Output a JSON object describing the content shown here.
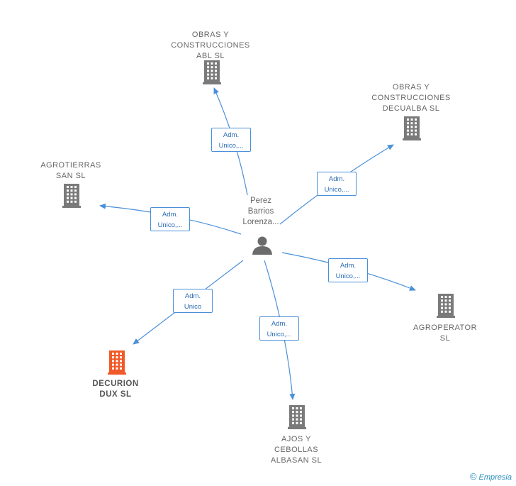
{
  "center": {
    "name": "Perez Barrios Lorenza...",
    "lines": [
      "Perez",
      "Barrios",
      "Lorenza..."
    ],
    "icon": "person-icon"
  },
  "colors": {
    "edge": "#4a90d9",
    "building": "#7a7a7a",
    "building_highlight": "#f05a28",
    "person": "#6b6b6b"
  },
  "companies": [
    {
      "id": "obras-abl",
      "name": "OBRAS Y\nCONSTRUCCIONES\nABL SL",
      "edge_label": [
        "Adm.",
        "Unico,..."
      ],
      "highlight": false
    },
    {
      "id": "obras-decualba",
      "name": "OBRAS Y\nCONSTRUCCIONES\nDECUALBA SL",
      "edge_label": [
        "Adm.",
        "Unico,..."
      ],
      "highlight": false
    },
    {
      "id": "agrotierras",
      "name": "AGROTIERRAS\nSAN SL",
      "edge_label": [
        "Adm.",
        "Unico,..."
      ],
      "highlight": false
    },
    {
      "id": "agroperator",
      "name": "AGROPERATOR\nSL",
      "edge_label": [
        "Adm.",
        "Unico,..."
      ],
      "highlight": false
    },
    {
      "id": "decurion",
      "name": "DECURION\nDUX SL",
      "edge_label": [
        "Adm.",
        "Unico"
      ],
      "highlight": true
    },
    {
      "id": "ajos",
      "name": "AJOS Y\nCEBOLLAS\nALBASAN SL",
      "edge_label": [
        "Adm.",
        "Unico,..."
      ],
      "highlight": false
    }
  ],
  "footer": {
    "copyright_symbol": "©",
    "brand": "Empresia"
  }
}
